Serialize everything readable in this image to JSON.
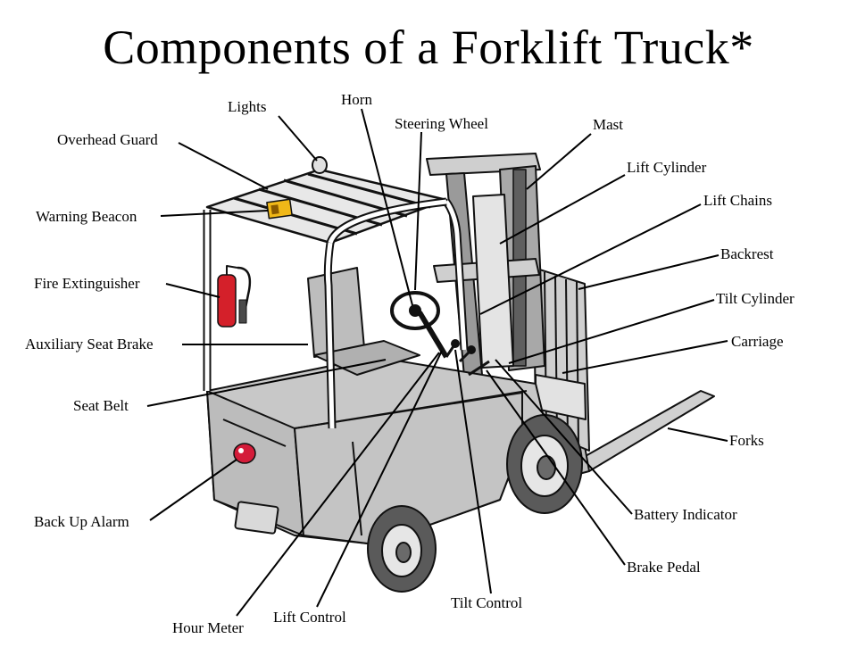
{
  "title": "Components of a Forklift Truck*",
  "colors": {
    "body_gray": "#c8c8c8",
    "outline": "#111111",
    "extinguisher": "#d4202a",
    "beacon": "#f0b818",
    "alarm": "#d41c3a"
  },
  "labels": {
    "lights": "Lights",
    "horn": "Horn",
    "steering_wheel": "Steering Wheel",
    "mast": "Mast",
    "overhead_guard": "Overhead Guard",
    "lift_cylinder": "Lift Cylinder",
    "lift_chains": "Lift Chains",
    "warning_beacon": "Warning Beacon",
    "backrest": "Backrest",
    "fire_extinguisher": "Fire Extinguisher",
    "tilt_cylinder": "Tilt Cylinder",
    "auxiliary_seat_brake": "Auxiliary Seat Brake",
    "carriage": "Carriage",
    "seat_belt": "Seat Belt",
    "forks": "Forks",
    "back_up_alarm": "Back Up Alarm",
    "battery_indicator": "Battery Indicator",
    "brake_pedal": "Brake Pedal",
    "tilt_control": "Tilt Control",
    "lift_control": "Lift Control",
    "hour_meter": "Hour Meter"
  }
}
